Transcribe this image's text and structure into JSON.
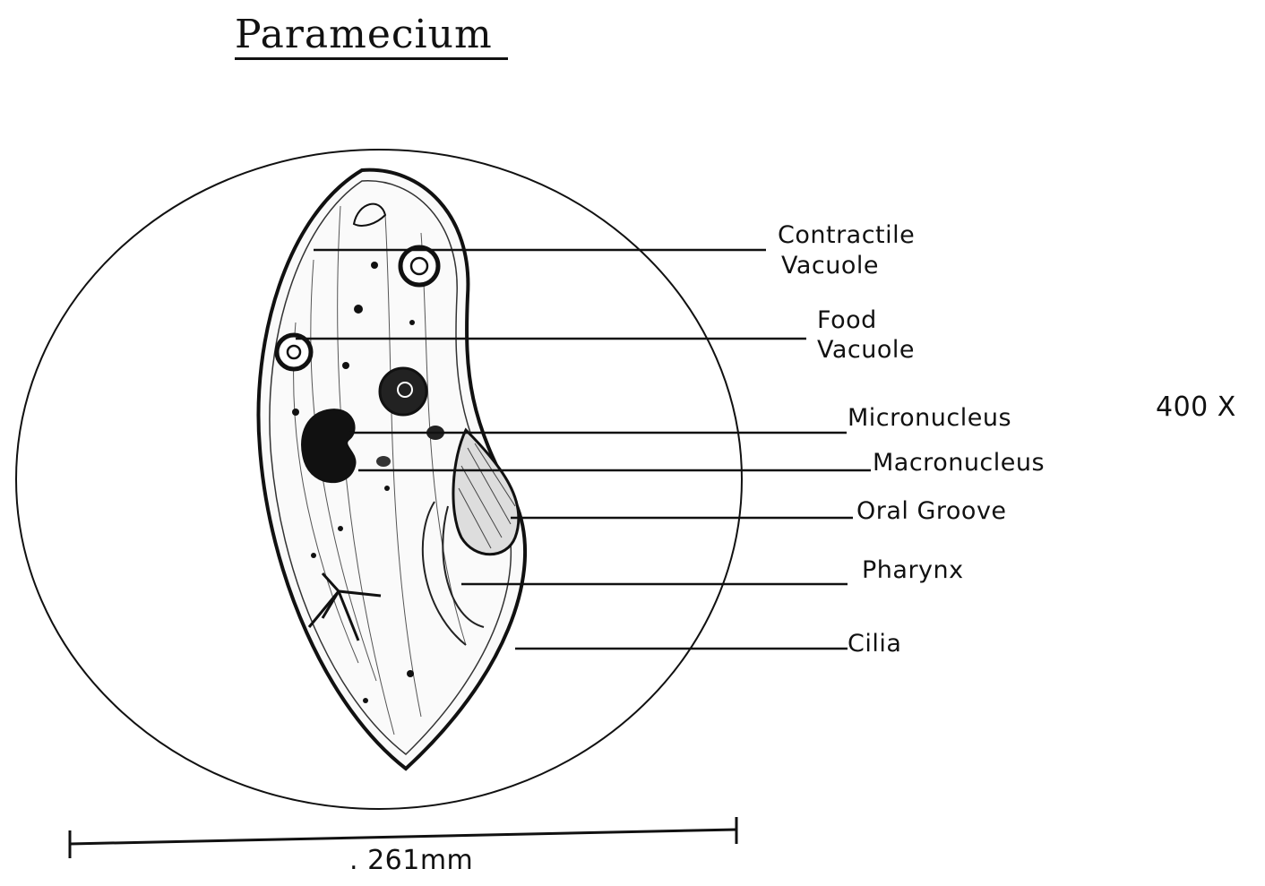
{
  "title": "Paramecium",
  "magnification": "400 X",
  "scale_bar_label": ". 261mm",
  "labels": {
    "contractile_vacuole": [
      "Contractile",
      "Vacuole"
    ],
    "food_vacuole": [
      "Food",
      "Vacuole"
    ],
    "micronucleus": "Micronucleus",
    "macronucleus": "Macronucleus",
    "oral_groove": "Oral Groove",
    "pharynx": "Pharynx",
    "cilia": "Cilia"
  },
  "colors": {
    "ink": "#111111",
    "paper": "#ffffff"
  }
}
